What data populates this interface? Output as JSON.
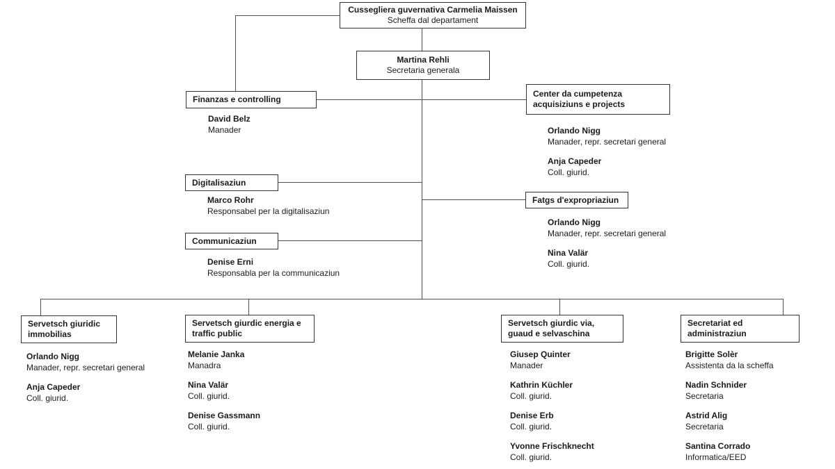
{
  "org_chart": {
    "top": {
      "name": "Cussegliera guvernativa Carmelia Maissen",
      "role": "Scheffa dal departament"
    },
    "general_secretary": {
      "name": "Martina Rehli",
      "role": "Secretaria generala"
    },
    "units": [
      {
        "id": "finanzas",
        "title": "Finanzas e controlling",
        "staff": [
          {
            "name": "David Belz",
            "role": "Manader"
          }
        ]
      },
      {
        "id": "center-cumpetenza",
        "title": "Center da cumpetenza acquisiziuns e projects",
        "staff": [
          {
            "name": "Orlando Nigg",
            "role": "Manader, repr. secretari general"
          },
          {
            "name": "Anja Capeder",
            "role": "Coll. giurid."
          }
        ]
      },
      {
        "id": "digitalisaziun",
        "title": "Digitalisaziun",
        "staff": [
          {
            "name": "Marco Rohr",
            "role": "Responsabel per la digitalisaziun"
          }
        ]
      },
      {
        "id": "fatgs-expropriaziun",
        "title": "Fatgs d'expropriaziun",
        "staff": [
          {
            "name": "Orlando Nigg",
            "role": "Manader, repr. secretari general"
          },
          {
            "name": "Nina Valär",
            "role": "Coll. giurid."
          }
        ]
      },
      {
        "id": "communicaziun",
        "title": "Communicaziun",
        "staff": [
          {
            "name": "Denise Erni",
            "role": "Responsabla per la communicaziun"
          }
        ]
      },
      {
        "id": "servetsch-immobilias",
        "title": "Servetsch giuridic immobilias",
        "staff": [
          {
            "name": "Orlando Nigg",
            "role": "Manader, repr. secretari general"
          },
          {
            "name": "Anja Capeder",
            "role": "Coll. giurid."
          }
        ]
      },
      {
        "id": "servetsch-energia",
        "title": "Servetsch giurdic energia e traffic public",
        "staff": [
          {
            "name": "Melanie Janka",
            "role": "Manadra"
          },
          {
            "name": "Nina Valär",
            "role": "Coll. giurid."
          },
          {
            "name": "Denise Gassmann",
            "role": "Coll. giurid."
          }
        ]
      },
      {
        "id": "servetsch-via",
        "title": "Servetsch giurdic via, guaud e selvaschina",
        "staff": [
          {
            "name": "Giusep Quinter",
            "role": "Manader"
          },
          {
            "name": "Kathrin Küchler",
            "role": "Coll. giurid."
          },
          {
            "name": "Denise Erb",
            "role": "Coll. giurid."
          },
          {
            "name": "Yvonne Frischknecht",
            "role": "Coll. giurid."
          }
        ]
      },
      {
        "id": "secretariat",
        "title": "Secretariat ed administraziun",
        "staff": [
          {
            "name": "Brigitte Solèr",
            "role": "Assistenta da la scheffa"
          },
          {
            "name": "Nadin Schnider",
            "role": "Secretaria"
          },
          {
            "name": "Astrid Alig",
            "role": "Secretaria"
          },
          {
            "name": "Santina Corrado",
            "role": "Informatica/EED"
          }
        ]
      }
    ],
    "colors": {
      "background": "#ffffff",
      "box_border": "#333333",
      "connector": "#4d4d4d",
      "text": "#1a1a1a"
    }
  }
}
